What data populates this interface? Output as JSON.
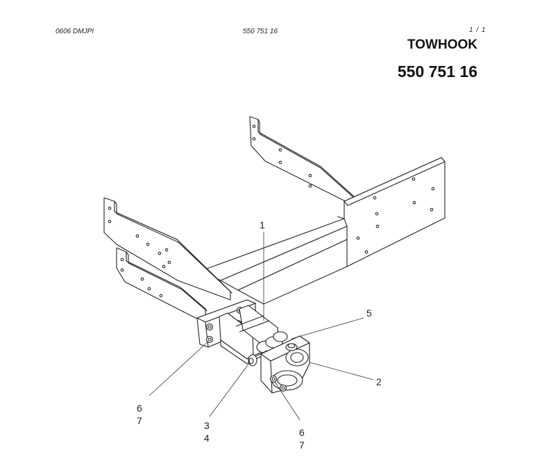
{
  "header": {
    "doc_code": "0606 DMJPI",
    "doc_number": "550 751 16",
    "page_indicator": "1 /  1"
  },
  "title": "TOWHOOK",
  "part_number": "550 751 16",
  "callouts": {
    "c1": "1",
    "c2": "2",
    "c3": "3",
    "c4": "4",
    "c5": "5",
    "c6a": "6",
    "c7a": "7",
    "c6b": "6",
    "c7b": "7"
  }
}
